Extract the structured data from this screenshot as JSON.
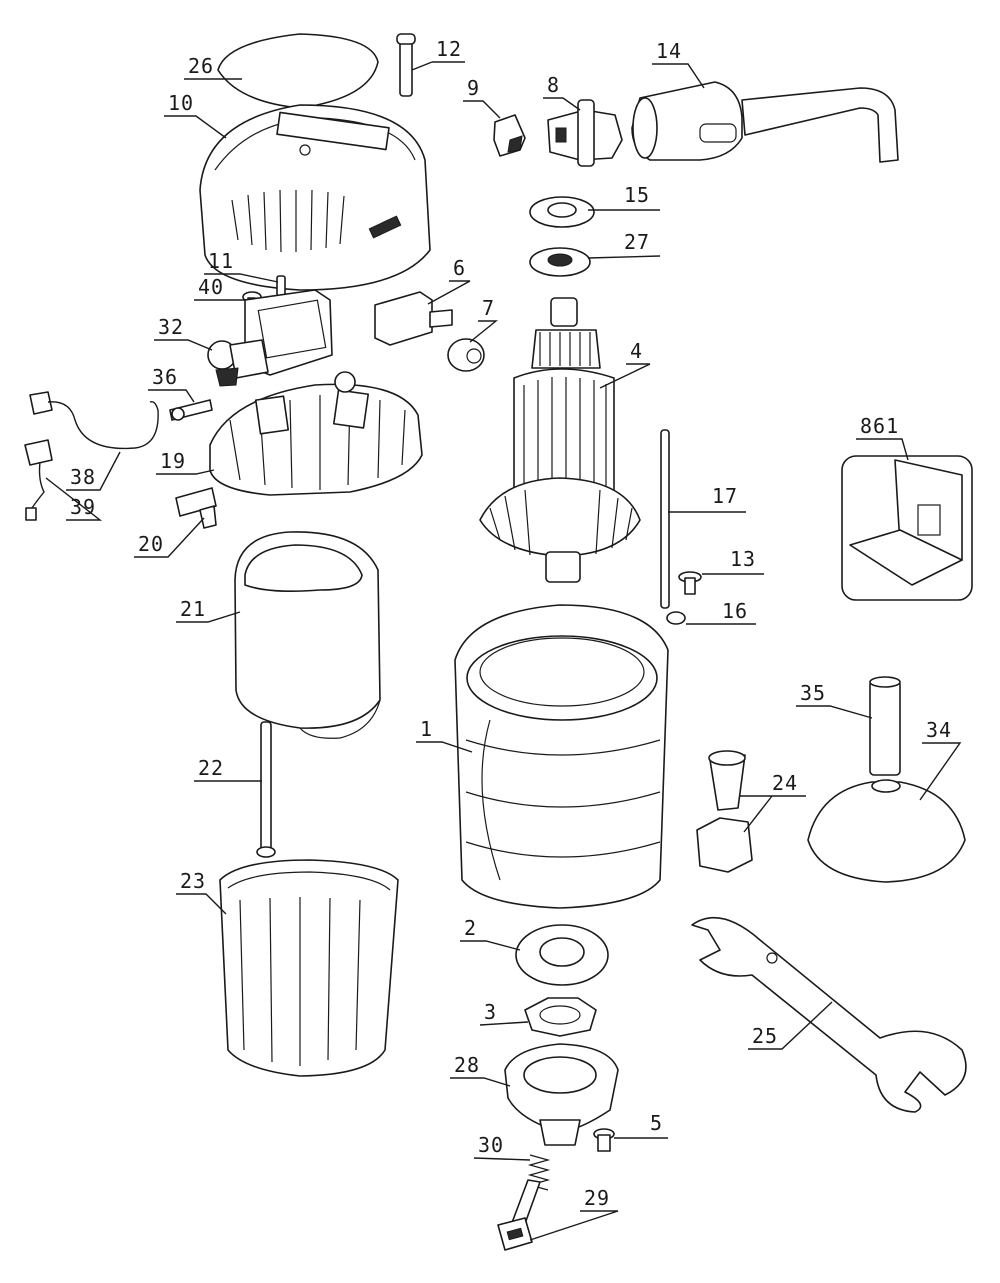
{
  "callouts": {
    "p1": "1",
    "p2": "2",
    "p3": "3",
    "p4": "4",
    "p5": "5",
    "p6": "6",
    "p7": "7",
    "p8": "8",
    "p9": "9",
    "p10": "10",
    "p11": "11",
    "p12": "12",
    "p13": "13",
    "p14": "14",
    "p15": "15",
    "p16": "16",
    "p17": "17",
    "p19": "19",
    "p20": "20",
    "p21": "21",
    "p22": "22",
    "p23": "23",
    "p24": "24",
    "p25": "25",
    "p26": "26",
    "p27": "27",
    "p28": "28",
    "p29": "29",
    "p30": "30",
    "p32": "32",
    "p34": "34",
    "p35": "35",
    "p36": "36",
    "p38": "38",
    "p39": "39",
    "p40": "40",
    "p861": "861"
  },
  "colors": {
    "line": "#1a1a1a",
    "background": "#ffffff"
  }
}
